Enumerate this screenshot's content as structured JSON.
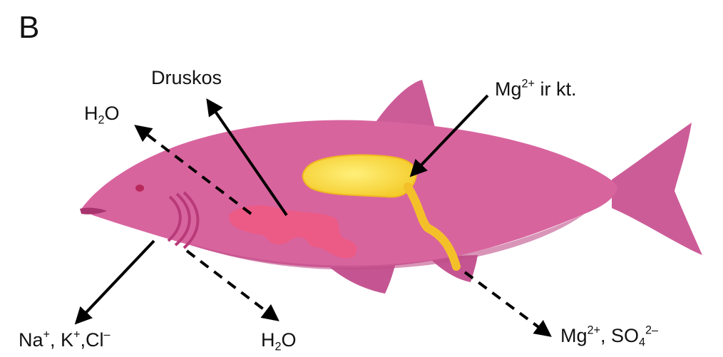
{
  "panel_label": "B",
  "colors": {
    "fish_body": "#d8649e",
    "fish_body_dark": "#c04f88",
    "fins": "#cc5c98",
    "gut": "#ec5a86",
    "organ_yellow": "#f4cc2c",
    "organ_core": "#fff07a",
    "arrow": "#000000"
  },
  "labels": {
    "druskos": "Druskos",
    "mg_in_main": "Mg",
    "mg_in_sup": "2+",
    "mg_in_rest": " ir kt.",
    "h2o_top_h": "H",
    "h2o_top_sub": "2",
    "h2o_top_o": "O",
    "h2o_bottom_h": "H",
    "h2o_bottom_sub": "2",
    "h2o_bottom_o": "O",
    "ions_na": "Na",
    "ions_na_sup": "+",
    "ions_k": ", K",
    "ions_k_sup": "+",
    "ions_cl": ",Cl",
    "ions_cl_sup": "–",
    "mg_out_main": "Mg",
    "mg_out_sup": "2+",
    "mg_out_so": ", SO",
    "mg_out_sub": "4",
    "mg_out_charge": "2–"
  },
  "arrows": [
    {
      "name": "druskos-arrow",
      "style": "solid",
      "meaning": "Druskos"
    },
    {
      "name": "mg-intake-arrow",
      "style": "solid",
      "meaning": "Mg2+ ir kt."
    },
    {
      "name": "h2o-out-top-arrow",
      "style": "dashed",
      "meaning": "H2O"
    },
    {
      "name": "ions-out-arrow",
      "style": "solid",
      "meaning": "Na+, K+, Cl-"
    },
    {
      "name": "h2o-out-bottom-arrow",
      "style": "dashed",
      "meaning": "H2O"
    },
    {
      "name": "mg-so4-out-arrow",
      "style": "dashed",
      "meaning": "Mg2+, SO4 2-"
    }
  ]
}
